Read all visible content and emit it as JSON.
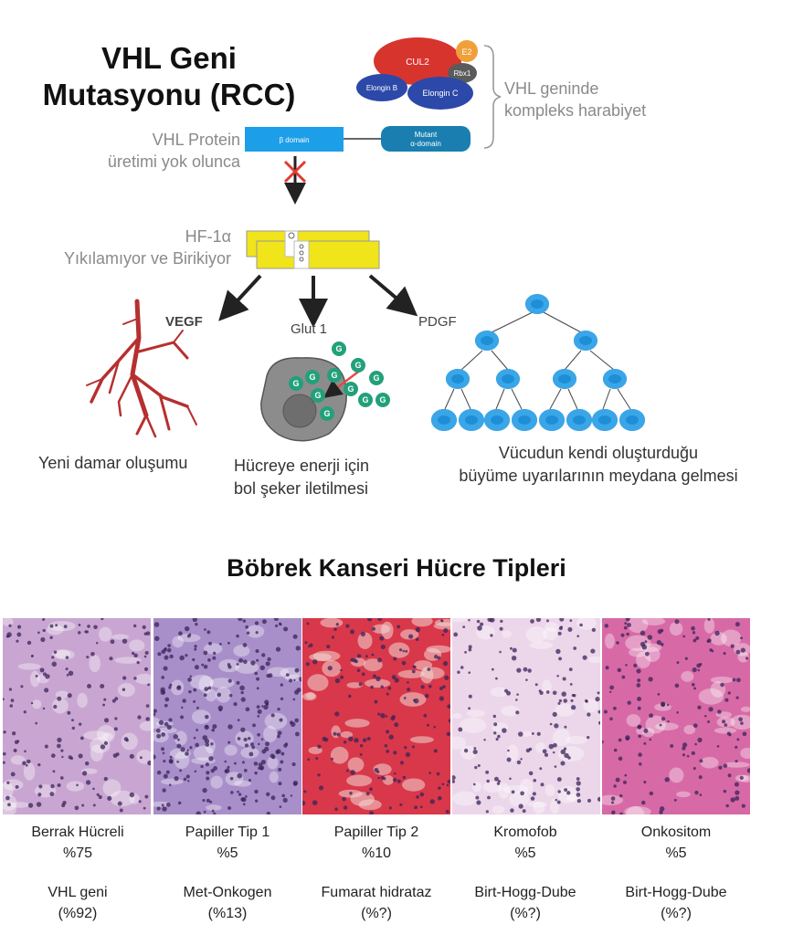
{
  "title": [
    "VHL Geni",
    "Mutasyonu (RCC)"
  ],
  "complex": {
    "cul2": "CUL2",
    "e2": "E2",
    "rbx1": "Rbx1",
    "elongin_b": "Elongin B",
    "elongin_c": "Elongin C",
    "beta_domain": "β domain",
    "mutant": [
      "Mutant",
      "α-domain"
    ],
    "bracket_note": [
      "VHL geninde",
      "kompleks harabiyet"
    ]
  },
  "vhl_protein_note": [
    "VHL Protein",
    "üretimi yok olunca"
  ],
  "hif_note": [
    "HF-1α",
    "Yıkılamıyor ve Birikiyor"
  ],
  "branches": {
    "vegf": "VEGF",
    "glut": "Glut 1",
    "pdgf": "PDGF",
    "glucose_letter": "G"
  },
  "captions": {
    "vegf": "Yeni damar oluşumu",
    "glut": [
      "Hücreye enerji için",
      "bol şeker iletilmesi"
    ],
    "pdgf": [
      "Vücudun kendi oluşturduğu",
      "büyüme uyarılarının meydana gelmesi"
    ]
  },
  "section_title": "Böbrek Kanseri Hücre Tipleri",
  "cell_types": [
    {
      "name": "Berrak Hücreli",
      "percent": "%75",
      "gene": "VHL geni",
      "gene_pct": "(%92)",
      "color": "#c9a6d2"
    },
    {
      "name": "Papiller Tip 1",
      "percent": "%5",
      "gene": "Met-Onkogen",
      "gene_pct": "(%13)",
      "color": "#a98fca"
    },
    {
      "name": "Papiller Tip 2",
      "percent": "%10",
      "gene": "Fumarat hidrataz",
      "gene_pct": "(%?)",
      "color": "#d8384a"
    },
    {
      "name": "Kromofob",
      "percent": "%5",
      "gene": "Birt-Hogg-Dube",
      "gene_pct": "(%?)",
      "color": "#ecd6ea"
    },
    {
      "name": "Onkositom",
      "percent": "%5",
      "gene": "Birt-Hogg-Dube",
      "gene_pct": "(%?)",
      "color": "#d76aa6"
    }
  ]
}
